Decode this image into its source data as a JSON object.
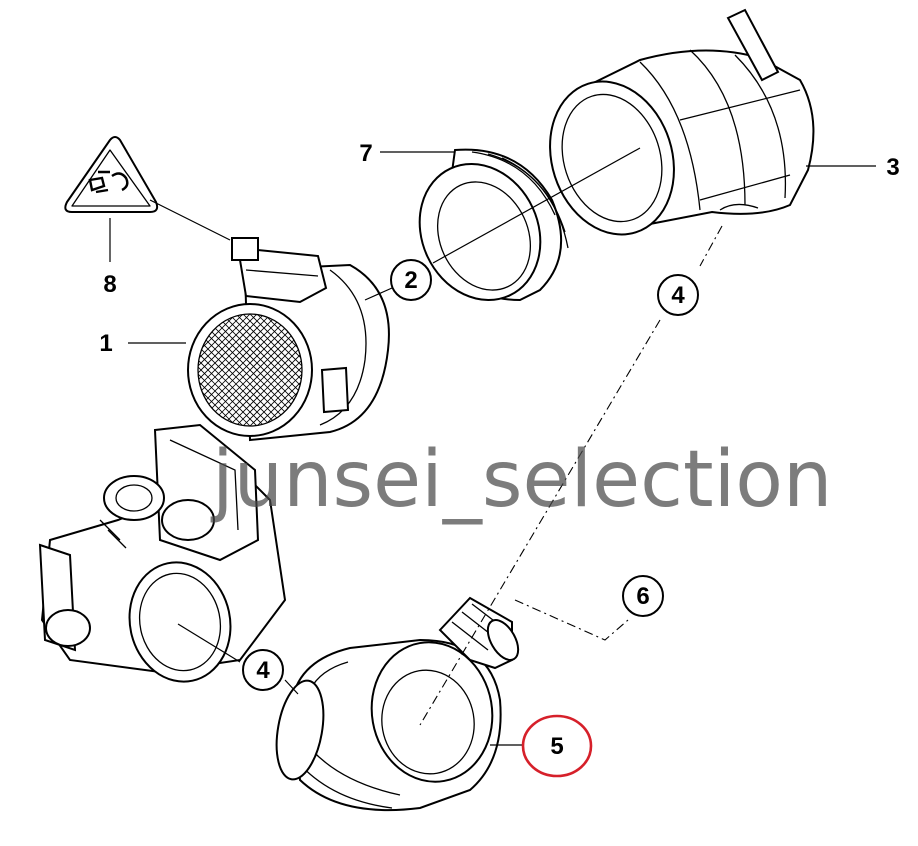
{
  "diagram": {
    "callouts": {
      "c1": "1",
      "c2": "2",
      "c3": "3",
      "c4a": "4",
      "c4b": "4",
      "c5": "5",
      "c6": "6",
      "c7": "7",
      "c8": "8"
    },
    "highlight_color": "#d6202a",
    "watermark": "junsei_selection"
  }
}
